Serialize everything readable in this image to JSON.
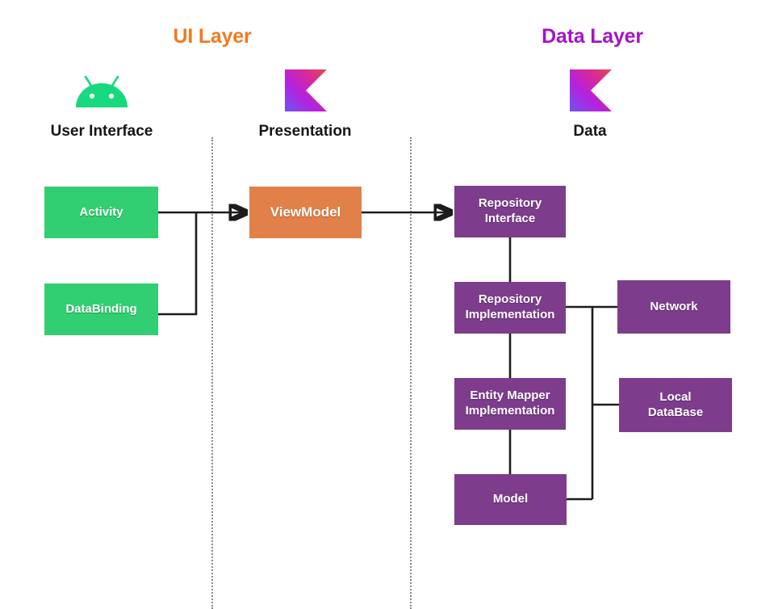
{
  "layers": [
    {
      "id": "ui-layer",
      "title": "UI Layer",
      "color": "#F07B22"
    },
    {
      "id": "data-layer",
      "title": "Data Layer",
      "color": "#A314C8"
    }
  ],
  "modules": [
    {
      "id": "user-interface",
      "caption": "User Interface",
      "icon": "android-icon"
    },
    {
      "id": "presentation",
      "caption": "Presentation",
      "icon": "kotlin-icon"
    },
    {
      "id": "data",
      "caption": "Data",
      "icon": "kotlin-icon"
    }
  ],
  "nodes": [
    {
      "id": "activity",
      "label": "Activity",
      "color": "#32CE72"
    },
    {
      "id": "databinding",
      "label": "DataBinding",
      "color": "#32CE72"
    },
    {
      "id": "viewmodel",
      "label": "ViewModel",
      "color": "#E28049"
    },
    {
      "id": "repository-interface",
      "label": "Repository\nInterface",
      "color": "#7D3C8C"
    },
    {
      "id": "repository-implementation",
      "label": "Repository\nImplementation",
      "color": "#7D3C8C"
    },
    {
      "id": "entity-mapper-implementation",
      "label": "Entity Mapper\nImplementation",
      "color": "#7D3C8C"
    },
    {
      "id": "model",
      "label": "Model",
      "color": "#7D3C8C"
    },
    {
      "id": "network",
      "label": "Network",
      "color": "#7D3C8C"
    },
    {
      "id": "local-database",
      "label": "Local\nDataBase",
      "color": "#7D3C8C"
    }
  ],
  "connections": [
    {
      "from": "activity",
      "to": "viewmodel",
      "arrow": true
    },
    {
      "from": "databinding",
      "to": "viewmodel",
      "arrow": true
    },
    {
      "from": "viewmodel",
      "to": "repository-interface",
      "arrow": true
    },
    {
      "from": "repository-interface",
      "to": "repository-implementation",
      "arrow": false
    },
    {
      "from": "repository-implementation",
      "to": "entity-mapper-implementation",
      "arrow": false
    },
    {
      "from": "entity-mapper-implementation",
      "to": "model",
      "arrow": false
    },
    {
      "from": "repository-implementation",
      "to": "network",
      "arrow": false
    },
    {
      "from": "repository-implementation",
      "to": "local-database",
      "arrow": false
    },
    {
      "from": "model",
      "to": "network",
      "arrow": false
    }
  ],
  "dividers": [
    {
      "id": "divider-ui-presentation",
      "style": "dotted"
    },
    {
      "id": "divider-presentation-data",
      "style": "dotted"
    }
  ],
  "colors": {
    "background": "#FFFFFF",
    "ui_accent": "#F07B22",
    "data_accent": "#A314C8",
    "green": "#32CE72",
    "orange": "#E28049",
    "purple": "#7D3C8C",
    "connector": "#1C1C1C",
    "caption": "#14161A"
  }
}
